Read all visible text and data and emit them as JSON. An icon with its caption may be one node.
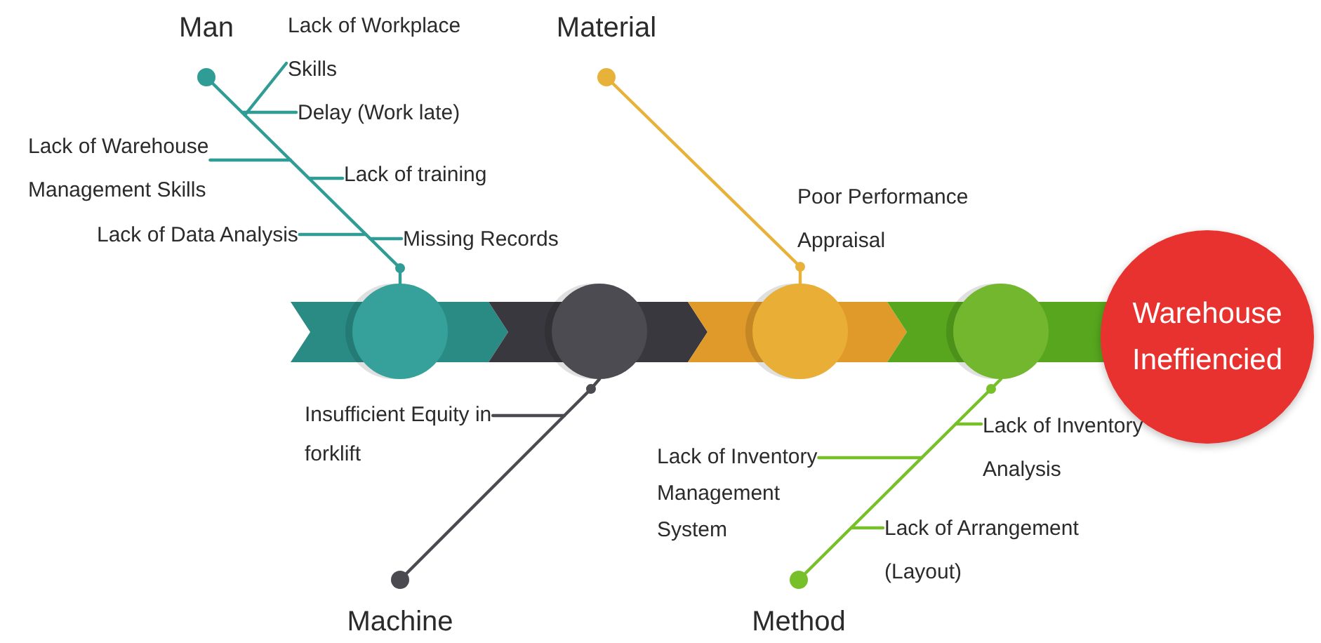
{
  "diagram": {
    "nodes": [
      {
        "text": [
          "Man"
        ]
      },
      {
        "text": [
          "Material"
        ]
      },
      {
        "text": [
          "Machine"
        ]
      },
      {
        "text": [
          "Method"
        ]
      },
      {
        "text": [],
        "shape": "circle"
      },
      {
        "text": [],
        "shape": "circle"
      },
      {
        "text": [],
        "shape": "circle"
      },
      {
        "text": [],
        "shape": "circle"
      },
      {
        "text": [
          "Warehouse Ineffiencied"
        ]
      },
      {
        "text": [
          "Lack of Workplace Skills"
        ]
      },
      {
        "text": [
          "Delay (Work late)"
        ]
      },
      {
        "text": [
          "Lack of Warehouse Management Skills"
        ]
      },
      {
        "text": [
          "Lack of training"
        ]
      },
      {
        "text": [
          "Lack of Data Analysis"
        ]
      },
      {
        "text": [
          "Missing Records"
        ]
      },
      {
        "text": [
          "Poor Performance Appraisal"
        ]
      },
      {
        "text": [
          "Insufficient Equity in forklift"
        ]
      },
      {
        "text": [
          "Lack of Inventory Analysis"
        ]
      },
      {
        "text": [
          "Lack of Inventory Management System"
        ]
      },
      {
        "text": [
          "Lack of Arrangement (Layout)"
        ]
      }
    ],
    "edges": [
      {
        "from": 0,
        "to": 4,
        "arrow": "other",
        "color": "#2f9c95"
      },
      {
        "from": 1,
        "to": 6,
        "arrow": "other",
        "color": "#e8b23a"
      },
      {
        "from": 2,
        "to": 5,
        "arrow": "other",
        "color": "#4a4a50"
      },
      {
        "from": 3,
        "to": 7,
        "arrow": "other",
        "color": "#78c02a"
      },
      {
        "from": 9,
        "to": null,
        "arrow": "none",
        "color": "#2f9c95"
      },
      {
        "from": 10,
        "to": null,
        "arrow": "none",
        "color": "#2f9c95"
      },
      {
        "from": 11,
        "to": null,
        "arrow": "none",
        "color": "#2f9c95"
      },
      {
        "from": 12,
        "to": null,
        "arrow": "none",
        "color": "#2f9c95"
      },
      {
        "from": 13,
        "to": null,
        "arrow": "none",
        "color": "#2f9c95"
      },
      {
        "from": 14,
        "to": null,
        "arrow": "none",
        "color": "#2f9c95"
      },
      {
        "from": 16,
        "to": null,
        "arrow": "none",
        "color": "#4a4a50"
      },
      {
        "from": 17,
        "to": null,
        "arrow": "none",
        "color": "#78c02a"
      },
      {
        "from": 18,
        "to": null,
        "arrow": "none",
        "color": "#78c02a"
      },
      {
        "from": 19,
        "to": null,
        "arrow": "none",
        "color": "#78c02a"
      }
    ]
  }
}
